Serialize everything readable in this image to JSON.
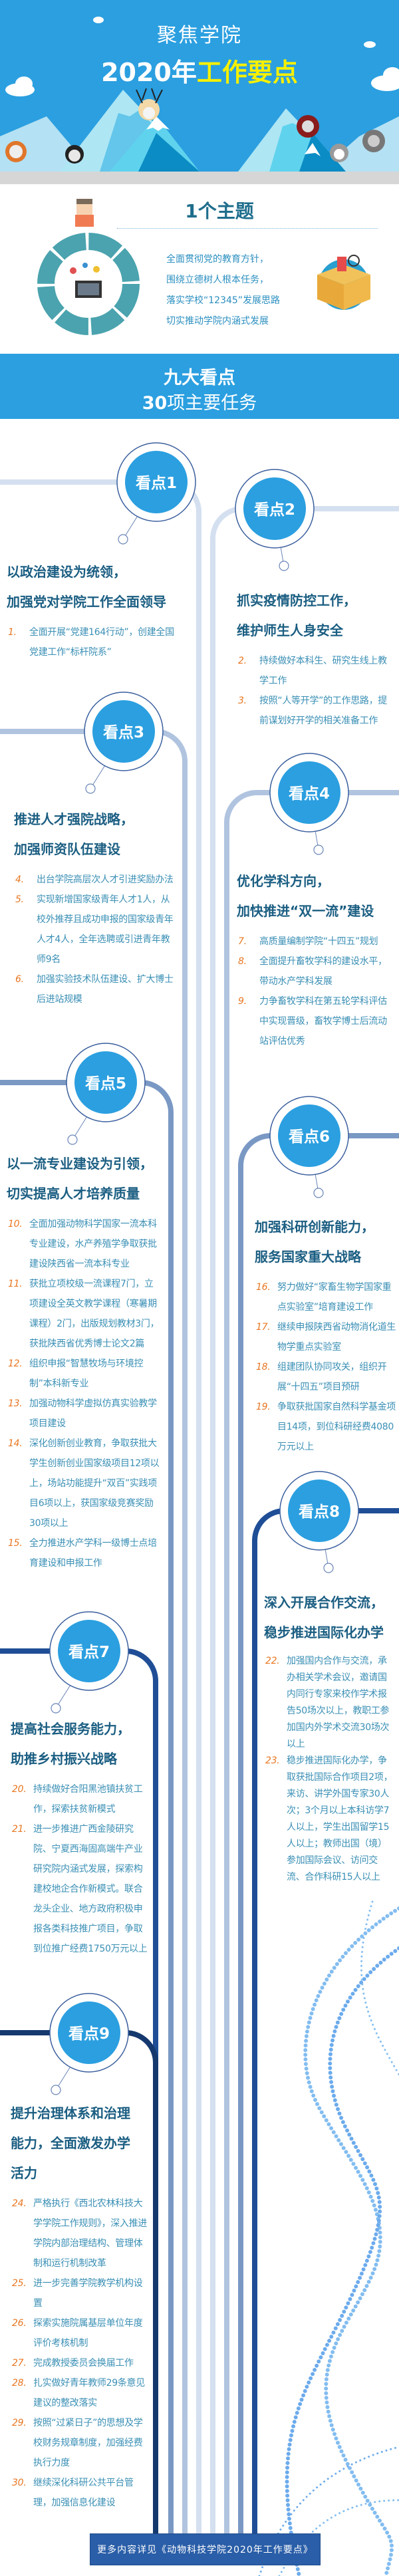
{
  "header": {
    "subtitle": "聚焦学院",
    "title_year": "2020年",
    "title_main": "工作要点"
  },
  "theme": {
    "title": "1个主题",
    "lines": [
      "全面贯彻党的教育方针，",
      "围绕立德树人根本任务，",
      "落实学校“12345”发展思路",
      "切实推动学院内涵式发展"
    ]
  },
  "band": {
    "line1": "九大看点",
    "line2_num": "30",
    "line2_text": "项主要任务"
  },
  "highlights": [
    {
      "label": "看点1",
      "heading": [
        "以政治建设为统领，",
        "加强党对学院工作全面领导"
      ],
      "items": [
        {
          "n": "1.",
          "t": "全面开展“党建164行动”，创建全国党建工作“标杆院系”"
        }
      ]
    },
    {
      "label": "看点2",
      "heading": [
        "抓实疫情防控工作，",
        "维护师生人身安全"
      ],
      "items": [
        {
          "n": "2.",
          "t": "持续做好本科生、研究生线上教学工作"
        },
        {
          "n": "3.",
          "t": "按照“人等开学”的工作思路，提前谋划好开学的相关准备工作"
        }
      ]
    },
    {
      "label": "看点3",
      "heading": [
        "推进人才强院战略，",
        "加强师资队伍建设"
      ],
      "items": [
        {
          "n": "4.",
          "t": "出台学院高层次人才引进奖励办法"
        },
        {
          "n": "5.",
          "t": "实现新增国家级青年人才1人，从校外推荐且成功申报的国家级青年人才4人，全年选聘或引进青年教师9名"
        },
        {
          "n": "6.",
          "t": "加强实验技术队伍建设、扩大博士后进站规模"
        }
      ]
    },
    {
      "label": "看点4",
      "heading": [
        "优化学科方向，",
        "加快推进“双一流”建设"
      ],
      "items": [
        {
          "n": "7.",
          "t": "高质量编制学院“十四五”规划"
        },
        {
          "n": "8.",
          "t": "全面提升畜牧学科的建设水平，带动水产学科发展"
        },
        {
          "n": "9.",
          "t": "力争畜牧学科在第五轮学科评估中实现晋级，畜牧学博士后流动站评估优秀"
        }
      ]
    },
    {
      "label": "看点5",
      "heading": [
        "以一流专业建设为引领，",
        "切实提高人才培养质量"
      ],
      "items": [
        {
          "n": "10.",
          "t": "全面加强动物科学国家一流本科专业建设，水产养殖学争取获批建设陕西省一流本科专业"
        },
        {
          "n": "11.",
          "t": "获批立项校级一流课程7门，立项建设全英文教学课程（寒暑期课程）2门，出版规划教材3门，获批陕西省优秀博士论文2篇"
        },
        {
          "n": "12.",
          "t": "组织申报“智慧牧场与环境控制”本科新专业"
        },
        {
          "n": "13.",
          "t": "加强动物科学虚拟仿真实验教学项目建设"
        },
        {
          "n": "14.",
          "t": "深化创新创业教育，争取获批大学生创新创业国家级项目12项以上，场站功能提升“双百”实践项目6项以上，获国家级竞赛奖励30项以上"
        },
        {
          "n": "15.",
          "t": "全力推进水产学科一级博士点培育建设和申报工作"
        }
      ]
    },
    {
      "label": "看点6",
      "heading": [
        "加强科研创新能力，",
        "服务国家重大战略"
      ],
      "items": [
        {
          "n": "16.",
          "t": "努力做好“家畜生物学国家重点实验室”培育建设工作"
        },
        {
          "n": "17.",
          "t": "继续申报陕西省动物消化道生物学重点实验室"
        },
        {
          "n": "18.",
          "t": "组建团队协同攻关，组织开展“十四五”项目预研"
        },
        {
          "n": "19.",
          "t": "争取获批国家自然科学基金项目14项，到位科研经费4080万元以上"
        }
      ]
    },
    {
      "label": "看点7",
      "heading": [
        "提高社会服务能力，",
        "助推乡村振兴战略"
      ],
      "items": [
        {
          "n": "20.",
          "t": "持续做好合阳黑池镇扶贫工作，探索扶贫新模式"
        },
        {
          "n": "21.",
          "t": "进一步推进广西金陵研究院、宁夏西海固高端牛产业研究院内涵式发展，探索构建校地企合作新模式。联合龙头企业、地方政府积极申报各类科技推广项目，争取到位推广经费1750万元以上"
        }
      ]
    },
    {
      "label": "看点8",
      "heading": [
        "深入开展合作交流，",
        "稳步推进国际化办学"
      ],
      "items": [
        {
          "n": "22.",
          "t": "加强国内合作与交流，承办相关学术会议，邀请国内同行专家来校作学术报告50场次以上，教职工参加国内外学术交流30场次以上"
        },
        {
          "n": "23.",
          "t": "稳步推进国际化办学，争取获批国际合作项目2项，来访、讲学外国专家30人次；3个月以上本科访学7人以上，学生出国留学15人以上；教师出国（境）参加国际会议、访问交流、合作科研15人以上"
        }
      ]
    },
    {
      "label": "看点9",
      "heading": [
        "提升治理体系和治理",
        "能力，全面激发办学",
        "活力"
      ],
      "items": [
        {
          "n": "24.",
          "t": "严格执行《西北农林科技大学学院工作规则》，深入推进学院内部治理结构、管理体制和运行机制改革"
        },
        {
          "n": "25.",
          "t": "进一步完善学院教学机构设置"
        },
        {
          "n": "26.",
          "t": "探索实施院属基层单位年度评价考核机制"
        },
        {
          "n": "27.",
          "t": "完成教授委员会换届工作"
        },
        {
          "n": "28.",
          "t": "扎实做好青年教师29条意见建议的整改落实"
        },
        {
          "n": "29.",
          "t": "按照“过紧日子”的思想及学校财务规章制度，加强经费执行力度"
        },
        {
          "n": "30.",
          "t": "继续深化科研公共平台管理，加强信息化建设"
        }
      ]
    }
  ],
  "footer": {
    "text": "更多内容详见《动物科技学院2020年工作要点》"
  },
  "colors": {
    "sky": "#2b9fe0",
    "title_accent": "#f6f000",
    "heading": "#1b5e82",
    "item_text": "#3a8fb5",
    "item_number": "#e87722",
    "footer_bg": "#2a5ea8"
  }
}
